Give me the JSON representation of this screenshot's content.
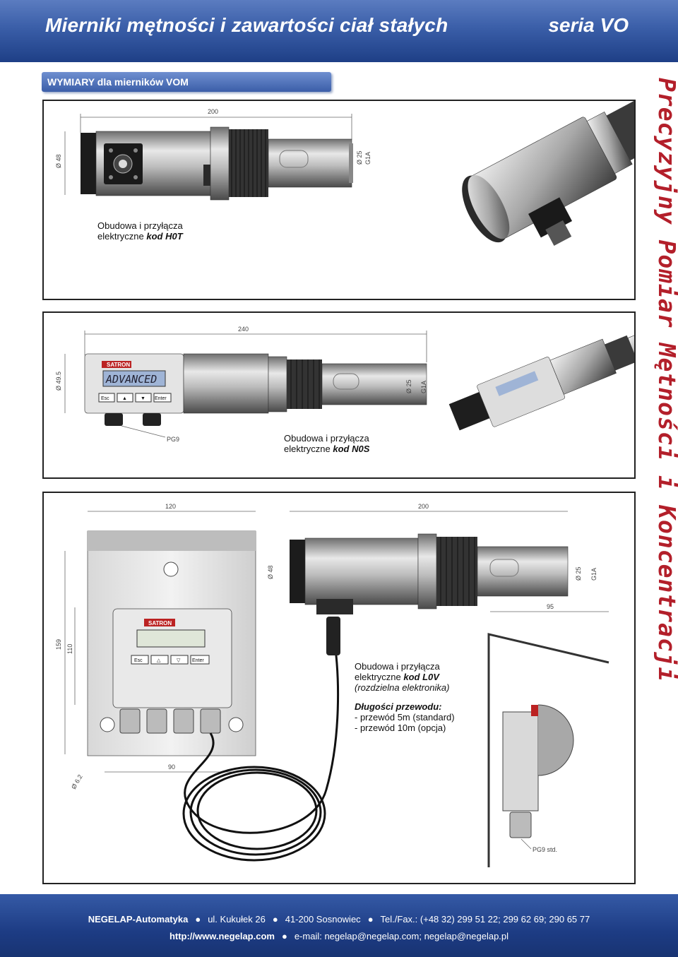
{
  "header": {
    "title": "Mierniki mętności i zawartości ciał stałych",
    "series": "seria VO"
  },
  "section": {
    "title": "WYMIARY dla mierników VOM"
  },
  "side_text": "Precyzyjny Pomiar Mętności i Koncentracji",
  "panels": [
    {
      "caption_line1": "Obudowa i przyłącza",
      "caption_line2_prefix": "elektryczne ",
      "code": "kod H0T",
      "dims": {
        "length": "200",
        "diameter": "Ø 48",
        "tip": "Ø 25",
        "thread": "G1A"
      }
    },
    {
      "caption_line1": "Obudowa i przyłącza",
      "caption_line2_prefix": "elektryczne ",
      "code": "kod N0S",
      "dims": {
        "length": "240",
        "diameter": "Ø 49.5",
        "tip": "Ø 25",
        "thread": "G1A",
        "gland": "PG9"
      },
      "display_text": "ADVANCED",
      "brand": "SATRON",
      "keys": [
        "Esc",
        "▲",
        "▼",
        "Enter"
      ]
    },
    {
      "caption_line1": "Obudowa i przyłącza",
      "caption_line2_prefix": "elektryczne ",
      "code": "kod L0V",
      "caption_line3": "(rozdzielna elektronika)",
      "cable_title": "Długości przewodu:",
      "cable_options": [
        "- przewód 5m (standard)",
        "- przewód 10m (opcja)"
      ],
      "dims": {
        "box_width": "120",
        "box_height_outer": "159",
        "box_height_inner": "110",
        "mount_spacing": "90",
        "hole": "Ø 6.2",
        "length": "200",
        "diameter": "Ø 48",
        "tip": "Ø 25",
        "thread": "G1A",
        "bracket": "95",
        "gland": "PG9 std."
      },
      "brand": "SATRON",
      "keys": [
        "Esc",
        "△",
        "▽",
        "Enter"
      ]
    }
  ],
  "footer": {
    "company": "NEGELAP-Automatyka",
    "street": "ul. Kukułek 26",
    "city": "41-200 Sosnowiec",
    "phone": "Tel./Fax.: (+48 32) 299 51 22; 299 62 69; 290 65 77",
    "web": "http://www.negelap.com",
    "email": "e-mail: negelap@negelap.com; negelap@negelap.pl"
  }
}
